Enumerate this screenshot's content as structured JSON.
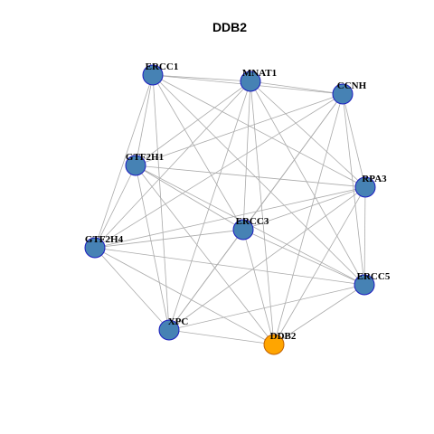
{
  "title": "DDB2",
  "colors": {
    "background": "#ffffff",
    "edge": "#aaaaaa",
    "node_fill": "#4682b4",
    "node_stroke": "#1b1bbf",
    "highlight_fill": "#ffa500",
    "highlight_stroke": "#c06000",
    "label": "#000000",
    "title": "#000000"
  },
  "nodes": [
    {
      "id": "ERCC1",
      "label": "ERCC1",
      "highlight": false
    },
    {
      "id": "MNAT1",
      "label": "MNAT1",
      "highlight": false
    },
    {
      "id": "CCNH",
      "label": "CCNH",
      "highlight": false
    },
    {
      "id": "GTF2H1",
      "label": "GTF2H1",
      "highlight": false
    },
    {
      "id": "RPA3",
      "label": "RPA3",
      "highlight": false
    },
    {
      "id": "ERCC3",
      "label": "ERCC3",
      "highlight": false
    },
    {
      "id": "GTF2H4",
      "label": "GTF2H4",
      "highlight": false
    },
    {
      "id": "ERCC5",
      "label": "ERCC5",
      "highlight": false
    },
    {
      "id": "XPC",
      "label": "XPC",
      "highlight": false
    },
    {
      "id": "DDB2",
      "label": "DDB2",
      "highlight": true
    }
  ],
  "edges": [
    [
      "ERCC1",
      "MNAT1"
    ],
    [
      "ERCC1",
      "CCNH"
    ],
    [
      "ERCC1",
      "GTF2H1"
    ],
    [
      "ERCC1",
      "RPA3"
    ],
    [
      "ERCC1",
      "ERCC3"
    ],
    [
      "ERCC1",
      "GTF2H4"
    ],
    [
      "ERCC1",
      "ERCC5"
    ],
    [
      "ERCC1",
      "XPC"
    ],
    [
      "MNAT1",
      "CCNH"
    ],
    [
      "MNAT1",
      "GTF2H1"
    ],
    [
      "MNAT1",
      "RPA3"
    ],
    [
      "MNAT1",
      "ERCC3"
    ],
    [
      "MNAT1",
      "GTF2H4"
    ],
    [
      "MNAT1",
      "ERCC5"
    ],
    [
      "MNAT1",
      "XPC"
    ],
    [
      "MNAT1",
      "DDB2"
    ],
    [
      "CCNH",
      "GTF2H1"
    ],
    [
      "CCNH",
      "RPA3"
    ],
    [
      "CCNH",
      "ERCC3"
    ],
    [
      "CCNH",
      "GTF2H4"
    ],
    [
      "CCNH",
      "ERCC5"
    ],
    [
      "CCNH",
      "XPC"
    ],
    [
      "CCNH",
      "DDB2"
    ],
    [
      "GTF2H1",
      "RPA3"
    ],
    [
      "GTF2H1",
      "ERCC3"
    ],
    [
      "GTF2H1",
      "GTF2H4"
    ],
    [
      "GTF2H1",
      "ERCC5"
    ],
    [
      "GTF2H1",
      "XPC"
    ],
    [
      "GTF2H1",
      "DDB2"
    ],
    [
      "RPA3",
      "ERCC3"
    ],
    [
      "RPA3",
      "GTF2H4"
    ],
    [
      "RPA3",
      "ERCC5"
    ],
    [
      "RPA3",
      "XPC"
    ],
    [
      "RPA3",
      "DDB2"
    ],
    [
      "ERCC3",
      "GTF2H4"
    ],
    [
      "ERCC3",
      "ERCC5"
    ],
    [
      "ERCC3",
      "XPC"
    ],
    [
      "ERCC3",
      "DDB2"
    ],
    [
      "GTF2H4",
      "ERCC5"
    ],
    [
      "GTF2H4",
      "XPC"
    ],
    [
      "GTF2H4",
      "DDB2"
    ],
    [
      "ERCC5",
      "XPC"
    ],
    [
      "ERCC5",
      "DDB2"
    ],
    [
      "XPC",
      "DDB2"
    ]
  ]
}
